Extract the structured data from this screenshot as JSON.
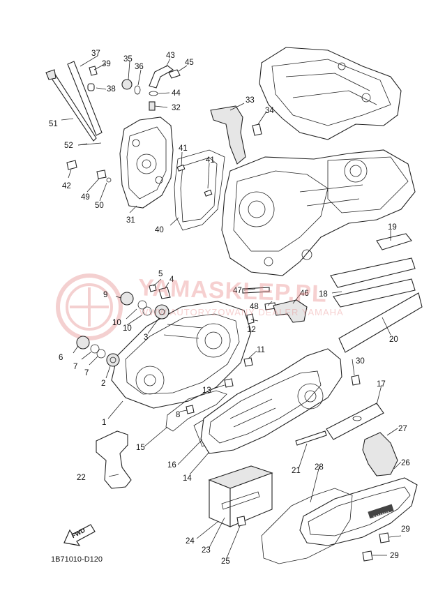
{
  "callouts": [
    {
      "id": "c1",
      "label": "1"
    },
    {
      "id": "c2",
      "label": "2"
    },
    {
      "id": "c3",
      "label": "3"
    },
    {
      "id": "c4",
      "label": "4"
    },
    {
      "id": "c5",
      "label": "5"
    },
    {
      "id": "c6",
      "label": "6"
    },
    {
      "id": "c7a",
      "label": "7"
    },
    {
      "id": "c7b",
      "label": "7"
    },
    {
      "id": "c8",
      "label": "8"
    },
    {
      "id": "c9",
      "label": "9"
    },
    {
      "id": "c10a",
      "label": "10"
    },
    {
      "id": "c10b",
      "label": "10"
    },
    {
      "id": "c11",
      "label": "11"
    },
    {
      "id": "c12",
      "label": "12"
    },
    {
      "id": "c13",
      "label": "13"
    },
    {
      "id": "c14",
      "label": "14"
    },
    {
      "id": "c15",
      "label": "15"
    },
    {
      "id": "c16",
      "label": "16"
    },
    {
      "id": "c17",
      "label": "17"
    },
    {
      "id": "c18",
      "label": "18"
    },
    {
      "id": "c19",
      "label": "19"
    },
    {
      "id": "c20",
      "label": "20"
    },
    {
      "id": "c21",
      "label": "21"
    },
    {
      "id": "c22",
      "label": "22"
    },
    {
      "id": "c23",
      "label": "23"
    },
    {
      "id": "c24",
      "label": "24"
    },
    {
      "id": "c25",
      "label": "25"
    },
    {
      "id": "c26",
      "label": "26"
    },
    {
      "id": "c27",
      "label": "27"
    },
    {
      "id": "c28",
      "label": "28"
    },
    {
      "id": "c29a",
      "label": "29"
    },
    {
      "id": "c29b",
      "label": "29"
    },
    {
      "id": "c30",
      "label": "30"
    },
    {
      "id": "c31",
      "label": "31"
    },
    {
      "id": "c32",
      "label": "32"
    },
    {
      "id": "c33",
      "label": "33"
    },
    {
      "id": "c34",
      "label": "34"
    },
    {
      "id": "c35",
      "label": "35"
    },
    {
      "id": "c36",
      "label": "36"
    },
    {
      "id": "c37",
      "label": "37"
    },
    {
      "id": "c38",
      "label": "38"
    },
    {
      "id": "c39",
      "label": "39"
    },
    {
      "id": "c40",
      "label": "40"
    },
    {
      "id": "c41a",
      "label": "41"
    },
    {
      "id": "c41b",
      "label": "41"
    },
    {
      "id": "c42",
      "label": "42"
    },
    {
      "id": "c43",
      "label": "43"
    },
    {
      "id": "c44",
      "label": "44"
    },
    {
      "id": "c45",
      "label": "45"
    },
    {
      "id": "c46",
      "label": "46"
    },
    {
      "id": "c47",
      "label": "47"
    },
    {
      "id": "c48",
      "label": "48"
    },
    {
      "id": "c49",
      "label": "49"
    },
    {
      "id": "c50",
      "label": "50"
    },
    {
      "id": "c51",
      "label": "51"
    },
    {
      "id": "c52",
      "label": "52"
    }
  ],
  "diagram_code": "1B71010-D120",
  "fwd_label": "FWD",
  "cover_badge": "YAMAHA",
  "watermark": {
    "brand": "YAMASKLEP.PL",
    "tagline": "WWW AUTORYZOWANY DEALER YAMAHA"
  }
}
